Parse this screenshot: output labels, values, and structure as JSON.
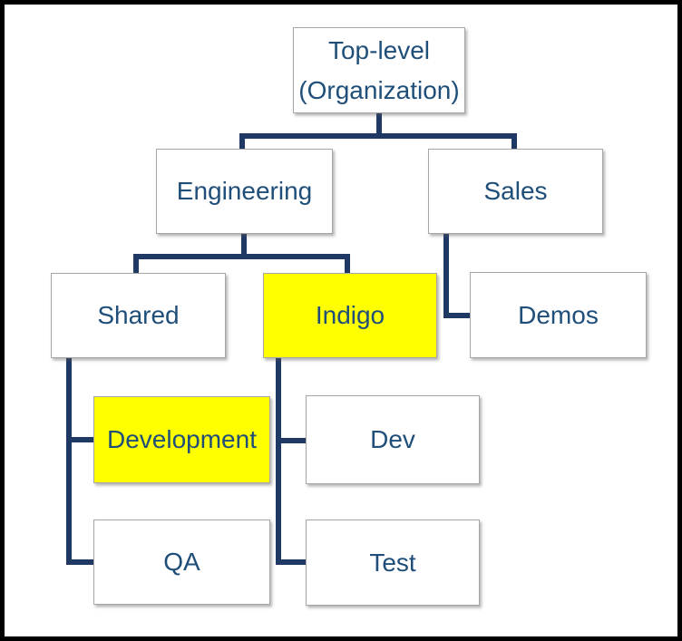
{
  "diagram": {
    "type": "org-chart",
    "nodes": {
      "top": {
        "line1": "Top-level",
        "line2": "(Organization)",
        "highlighted": false
      },
      "engineering": {
        "label": "Engineering",
        "highlighted": false
      },
      "sales": {
        "label": "Sales",
        "highlighted": false
      },
      "shared": {
        "label": "Shared",
        "highlighted": false
      },
      "indigo": {
        "label": "Indigo",
        "highlighted": true
      },
      "demos": {
        "label": "Demos",
        "highlighted": false
      },
      "development": {
        "label": "Development",
        "highlighted": true
      },
      "dev": {
        "label": "Dev",
        "highlighted": false
      },
      "qa": {
        "label": "QA",
        "highlighted": false
      },
      "test": {
        "label": "Test",
        "highlighted": false
      }
    },
    "edges": [
      {
        "from": "Top-level (Organization)",
        "to": "Engineering"
      },
      {
        "from": "Top-level (Organization)",
        "to": "Sales"
      },
      {
        "from": "Engineering",
        "to": "Shared"
      },
      {
        "from": "Engineering",
        "to": "Indigo"
      },
      {
        "from": "Sales",
        "to": "Demos"
      },
      {
        "from": "Shared",
        "to": "Development"
      },
      {
        "from": "Shared",
        "to": "QA"
      },
      {
        "from": "Indigo",
        "to": "Dev"
      },
      {
        "from": "Indigo",
        "to": "Test"
      }
    ],
    "colors": {
      "connector": "#1F3864",
      "node_text": "#1F4E79",
      "node_fill": "#FFFFFF",
      "highlight_fill": "#FFFF00",
      "node_border": "#A6A6A6",
      "frame": "#000000"
    }
  }
}
